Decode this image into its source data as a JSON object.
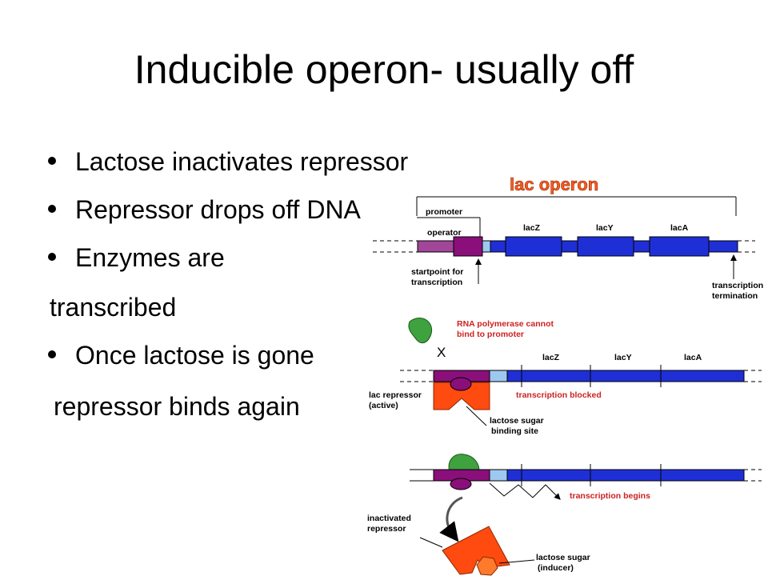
{
  "slide": {
    "title": "Inducible operon- usually off",
    "bullets": [
      "Lactose inactivates repressor",
      "Repressor drops off DNA",
      "Enzymes are",
      "transcribed",
      "Once lactose is gone",
      "repressor binds again"
    ]
  },
  "diagram": {
    "title": "lac operon",
    "panel1": {
      "promoter": "promoter",
      "operator": "operator",
      "genes": [
        "lacZ",
        "lacY",
        "lacA"
      ],
      "startpoint": [
        "startpoint for",
        "transcription"
      ],
      "termination": [
        "transcription",
        "termination"
      ]
    },
    "panel2": {
      "note": [
        "RNA polymerase cannot",
        "bind to promoter"
      ],
      "x_mark": "X",
      "genes": [
        "lacZ",
        "lacY",
        "lacA"
      ],
      "repressor": [
        "lac repressor",
        "(active)"
      ],
      "blocked": "transcription blocked",
      "binding_site": [
        "lactose sugar",
        "binding site"
      ]
    },
    "panel3": {
      "begins": "transcription begins",
      "inactivated": [
        "inactivated",
        "repressor"
      ],
      "inducer": [
        "lactose sugar",
        "(inducer)"
      ]
    },
    "colors": {
      "dna": "#1f2fd6",
      "promoter": "#a2469a",
      "operator": "#8a0f7a",
      "light_blue": "#9ec8f0",
      "repressor": "#ff4a10",
      "polymerase": "#3ea23e",
      "title": "#ff5a1f",
      "red_text": "#cc2222"
    }
  }
}
